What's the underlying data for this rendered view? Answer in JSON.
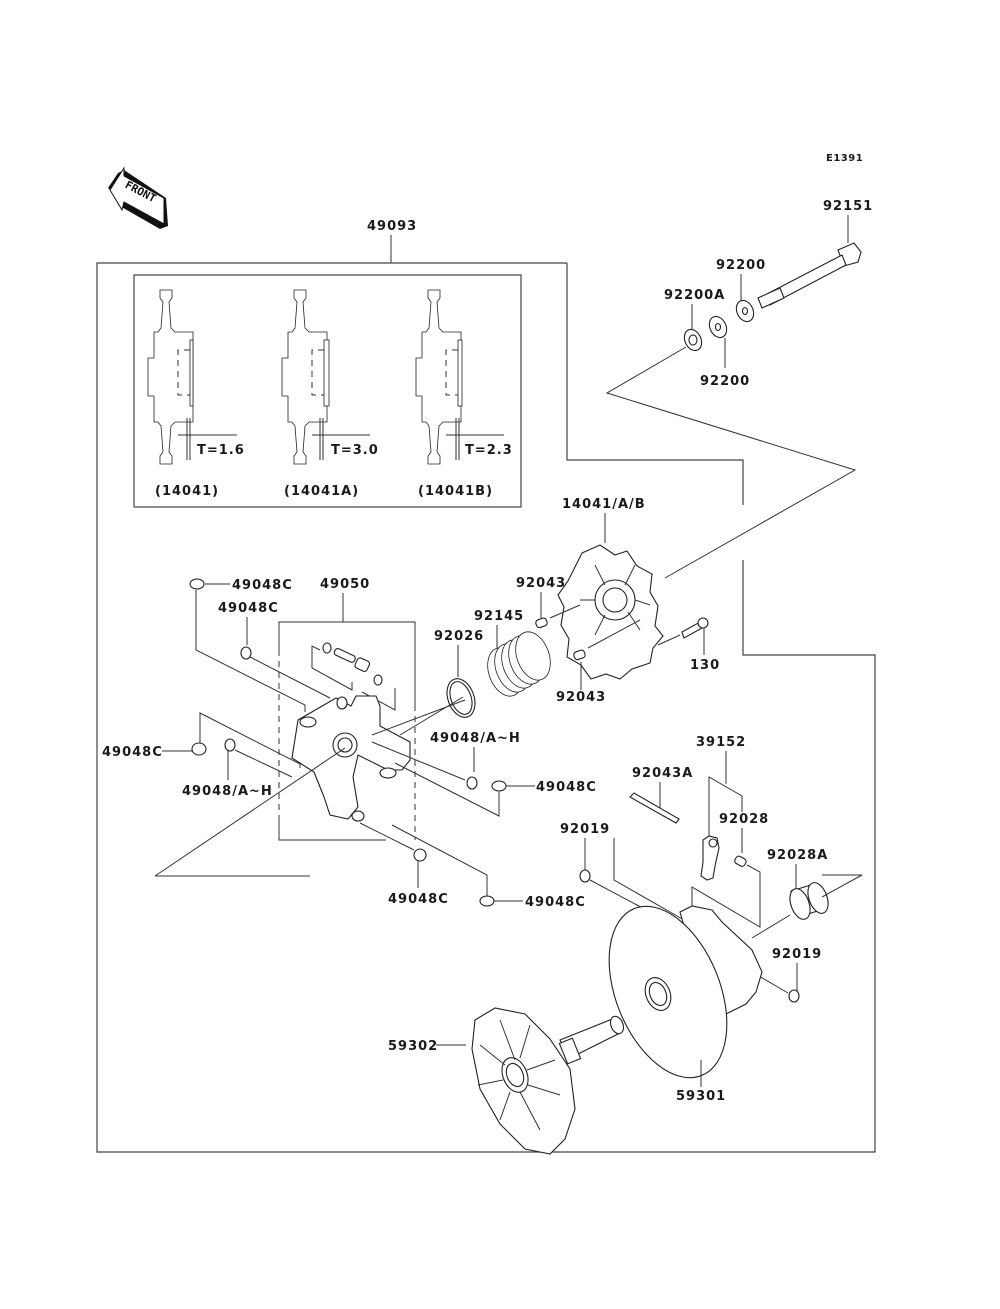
{
  "diagram_code": "E1391",
  "front_arrow": {
    "label": "FRONT",
    "icon": "front-direction-arrow-icon"
  },
  "assembly_label": "49093",
  "inset": {
    "variants": [
      {
        "part": "(14041)",
        "thickness": "T=1.6"
      },
      {
        "part": "(14041A)",
        "thickness": "T=3.0"
      },
      {
        "part": "(14041B)",
        "thickness": "T=2.3"
      }
    ]
  },
  "labels": {
    "p92151": "92151",
    "p92200_top": "92200",
    "p92200A": "92200A",
    "p92200_bottom": "92200",
    "p14041AB": "14041/A/B",
    "p92043_top": "92043",
    "p92043_bottom": "92043",
    "p92145": "92145",
    "p92026": "92026",
    "p130": "130",
    "p49048C_1": "49048C",
    "p49048C_2": "49048C",
    "p49050": "49050",
    "p49048C_3": "49048C",
    "p49048AH_1": "49048/A~H",
    "p49048AH_2": "49048/A~H",
    "p49048C_4": "49048C",
    "p49048C_5": "49048C",
    "p49048C_6": "49048C",
    "p39152": "39152",
    "p92043A": "92043A",
    "p92028": "92028",
    "p92019_left": "92019",
    "p92028A": "92028A",
    "p92019_right": "92019",
    "p59302": "59302",
    "p59301": "59301"
  },
  "colors": {
    "line": "#333333",
    "background": "#ffffff"
  }
}
